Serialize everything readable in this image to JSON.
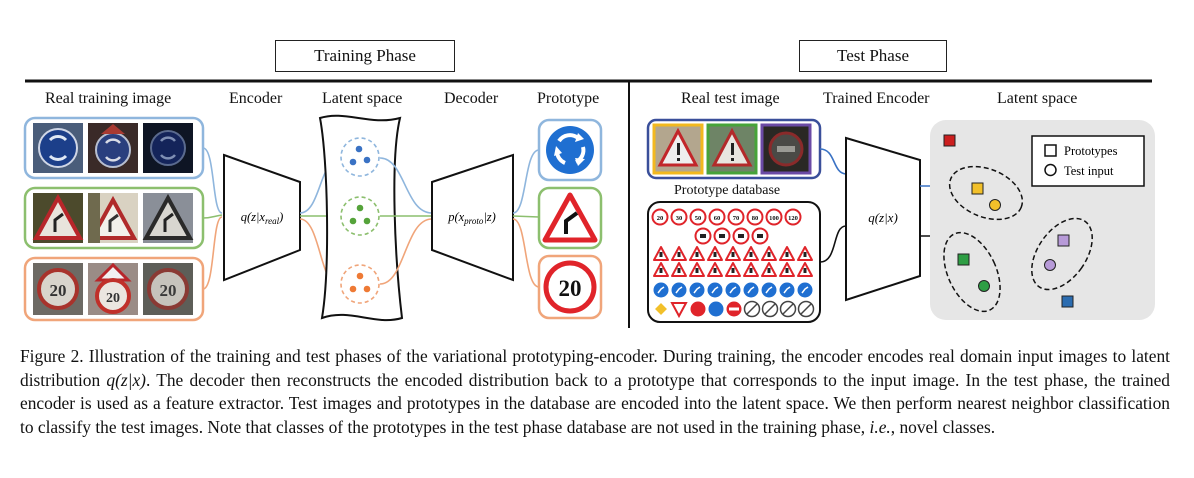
{
  "training_phase": {
    "title": "Training Phase",
    "columns": {
      "real_image": "Real training image",
      "encoder": "Encoder",
      "latent": "Latent space",
      "decoder": "Decoder",
      "prototype": "Prototype"
    },
    "encoder_formula": "q(z|x_real)",
    "decoder_formula": "p(x_proto|z)",
    "prototype_speed_value": "20",
    "rows": [
      {
        "class": "roundabout",
        "color": "#8fb6dd",
        "dot_color": "#3a72c4"
      },
      {
        "class": "curve-warning",
        "color": "#8cbf6e",
        "dot_color": "#55a33a"
      },
      {
        "class": "speed-limit-20",
        "color": "#f0a57a",
        "dot_color": "#ee7a35"
      }
    ]
  },
  "test_phase": {
    "title": "Test Phase",
    "columns": {
      "real_image": "Real test image",
      "encoder": "Trained Encoder",
      "latent": "Latent space"
    },
    "prototype_database_label": "Prototype database",
    "encoder_formula": "q(z|x)",
    "legend": {
      "prototypes": "Prototypes",
      "test_input": "Test input"
    },
    "database_speed_values": [
      "20",
      "30",
      "50",
      "60",
      "70",
      "80",
      "100",
      "120"
    ]
  },
  "caption": {
    "label": "Figure 2.",
    "text_1": "Illustration of the training and test phases of the variational prototyping-encoder. During training, the encoder encodes real domain input images to latent distribution",
    "math_1": "q(z|x)",
    "text_2": ". The decoder then reconstructs the encoded distribution back to a prototype that corresponds to the input image. In the test phase, the trained encoder is used as a feature extractor. Test images and prototypes in the database are encoded into the latent space. We then perform nearest neighbor classification to classify the test images. Note that classes of the prototypes in the test phase database are not used in the training phase,",
    "emph": "i.e.",
    "text_3": ", novel classes."
  },
  "colors": {
    "blue": "#3a72c4",
    "green": "#55a33a",
    "orange": "#ee7a35",
    "sign_red": "#e0242a",
    "sign_blue": "#1f6fd1",
    "latent_panel": "#e6e6e6",
    "proto_red_square": "#cc1f1f",
    "proto_yellow": "#f2c02a",
    "proto_green": "#2e9e44",
    "proto_purple": "#b79ad8",
    "proto_blue": "#2b6cb0"
  }
}
